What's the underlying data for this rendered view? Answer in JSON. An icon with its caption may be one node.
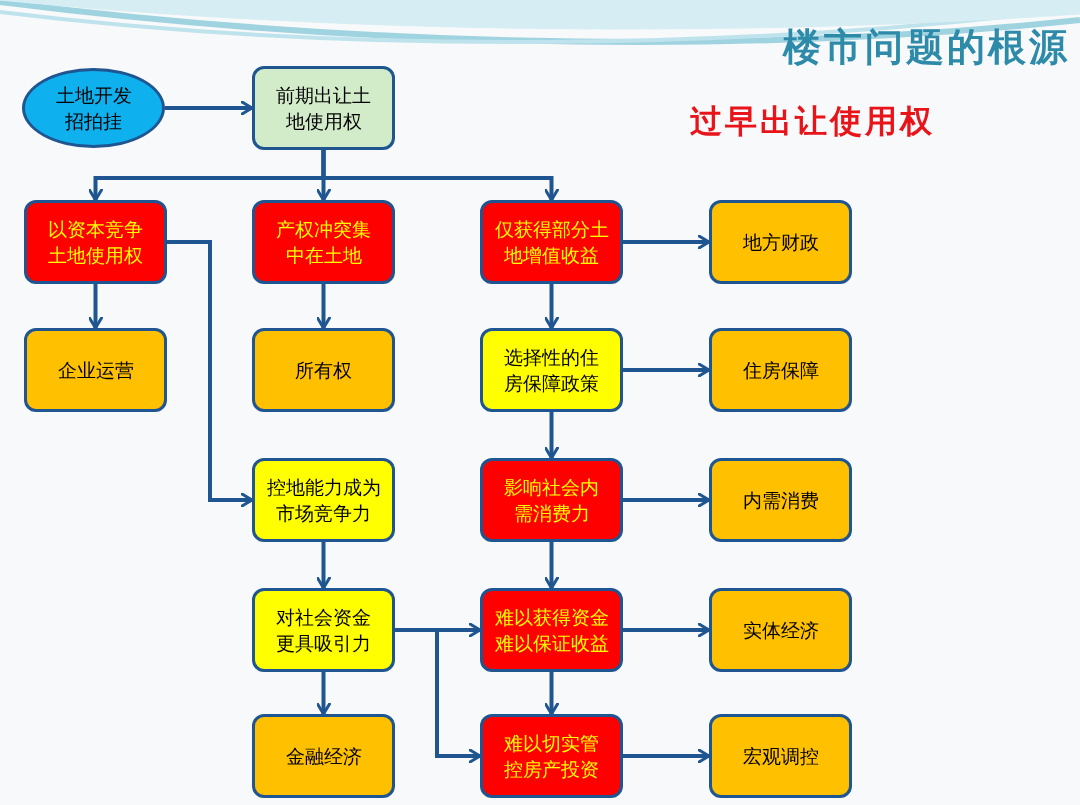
{
  "diagram": {
    "title": "楼市问题的根源",
    "nodes": [
      {
        "text": [
          "土地开发招拍挂"
        ]
      },
      {
        "text": [
          "前期出让土地使用权"
        ]
      },
      {
        "text": [
          "以资本竞争土地使用权"
        ]
      },
      {
        "text": [
          "产权冲突集中在土地"
        ]
      },
      {
        "text": [
          "仅获得部分土地增值收益"
        ]
      },
      {
        "text": [
          "地方财政"
        ]
      },
      {
        "text": [
          "企业运营"
        ]
      },
      {
        "text": [
          "所有权"
        ]
      },
      {
        "text": [
          "选择性的住房保障政策"
        ]
      },
      {
        "text": [
          "住房保障"
        ]
      },
      {
        "text": [
          "控地能力成为市场竞争力"
        ]
      },
      {
        "text": [
          "影响社会内需消费力"
        ]
      },
      {
        "text": [
          "内需消费"
        ]
      },
      {
        "text": [
          "对社会资金更具吸引力"
        ]
      },
      {
        "text": [
          "难以获得资金难以保证收益"
        ]
      },
      {
        "text": [
          "实体经济"
        ]
      },
      {
        "text": [
          "金融经济"
        ]
      },
      {
        "text": [
          "难以切实管控房产投资"
        ]
      },
      {
        "text": [
          "宏观调控"
        ]
      }
    ],
    "edges": [
      {
        "from": 0,
        "to": 1,
        "arrow": "to"
      },
      {
        "from": 1,
        "to": 2,
        "arrow": "to"
      },
      {
        "from": 1,
        "to": 3,
        "arrow": "to"
      },
      {
        "from": 1,
        "to": 4,
        "arrow": "to"
      },
      {
        "from": 4,
        "to": 5,
        "arrow": "to"
      },
      {
        "from": 2,
        "to": 6,
        "arrow": "to"
      },
      {
        "from": 3,
        "to": 7,
        "arrow": "to"
      },
      {
        "from": 4,
        "to": 8,
        "arrow": "to"
      },
      {
        "from": 8,
        "to": 9,
        "arrow": "to"
      },
      {
        "from": 2,
        "to": 10,
        "arrow": "to"
      },
      {
        "from": 8,
        "to": 11,
        "arrow": "to"
      },
      {
        "from": 11,
        "to": 12,
        "arrow": "to"
      },
      {
        "from": 10,
        "to": 13,
        "arrow": "to"
      },
      {
        "from": 13,
        "to": 14,
        "arrow": "to"
      },
      {
        "from": 13,
        "to": 17,
        "arrow": "to"
      },
      {
        "from": 11,
        "to": 14,
        "arrow": "to"
      },
      {
        "from": 14,
        "to": 15,
        "arrow": "to"
      },
      {
        "from": 13,
        "to": 16,
        "arrow": "to"
      },
      {
        "from": 14,
        "to": 17,
        "arrow": "to"
      },
      {
        "from": 17,
        "to": 18,
        "arrow": "to"
      }
    ],
    "labels": [
      "过早出让使用权"
    ]
  }
}
